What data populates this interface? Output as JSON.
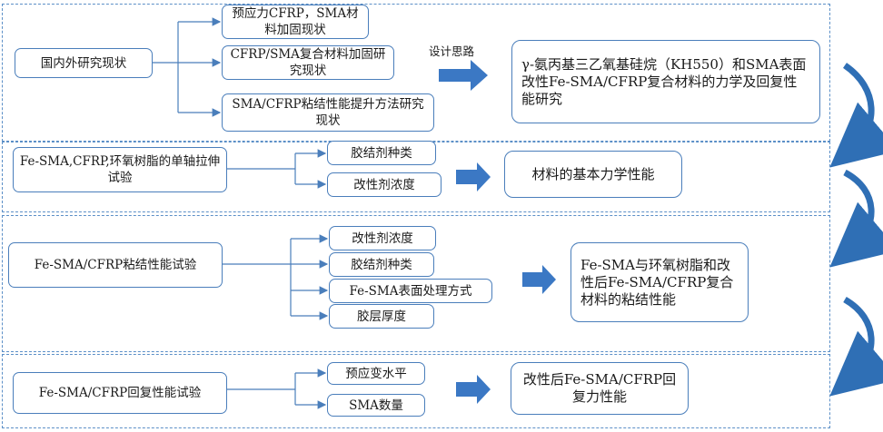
{
  "section1": {
    "main_box": "国内外研究现状",
    "sub_items": [
      "预应力CFRP，SMA材料加固现状",
      "CFRP/SMA复合材料加固研究现状",
      "SMA/CFRP粘结性能提升方法研究现状"
    ],
    "arrow_label": "设计思路",
    "result": "γ-氨丙基三乙氧基硅烷（KH550）和SMA表面改性Fe-SMA/CFRP复合材料的力学及回复性能研究"
  },
  "section2": {
    "main_box": "Fe-SMA,CFRP,环氧树脂的单轴拉伸试验",
    "sub_items": [
      "胶结剂种类",
      "改性剂浓度"
    ],
    "result": "材料的基本力学性能"
  },
  "section3": {
    "main_box": "Fe-SMA/CFRP粘结性能试验",
    "sub_items": [
      "改性剂浓度",
      "胶结剂种类",
      "Fe-SMA表面处理方式",
      "胶层厚度"
    ],
    "result": "Fe-SMA与环氧树脂和改性后Fe-SMA/CFRP复合材料的粘结性能"
  },
  "section4": {
    "main_box": "Fe-SMA/CFRP回复性能试验",
    "sub_items": [
      "预应变水平",
      "SMA数量"
    ],
    "result": "改性后Fe-SMA/CFRP回复力性能"
  },
  "colors": {
    "border": "#4a7ebb",
    "arrow": "#3b78c4",
    "panel": "#5b8fc7",
    "curve": "#2f6fb5"
  }
}
